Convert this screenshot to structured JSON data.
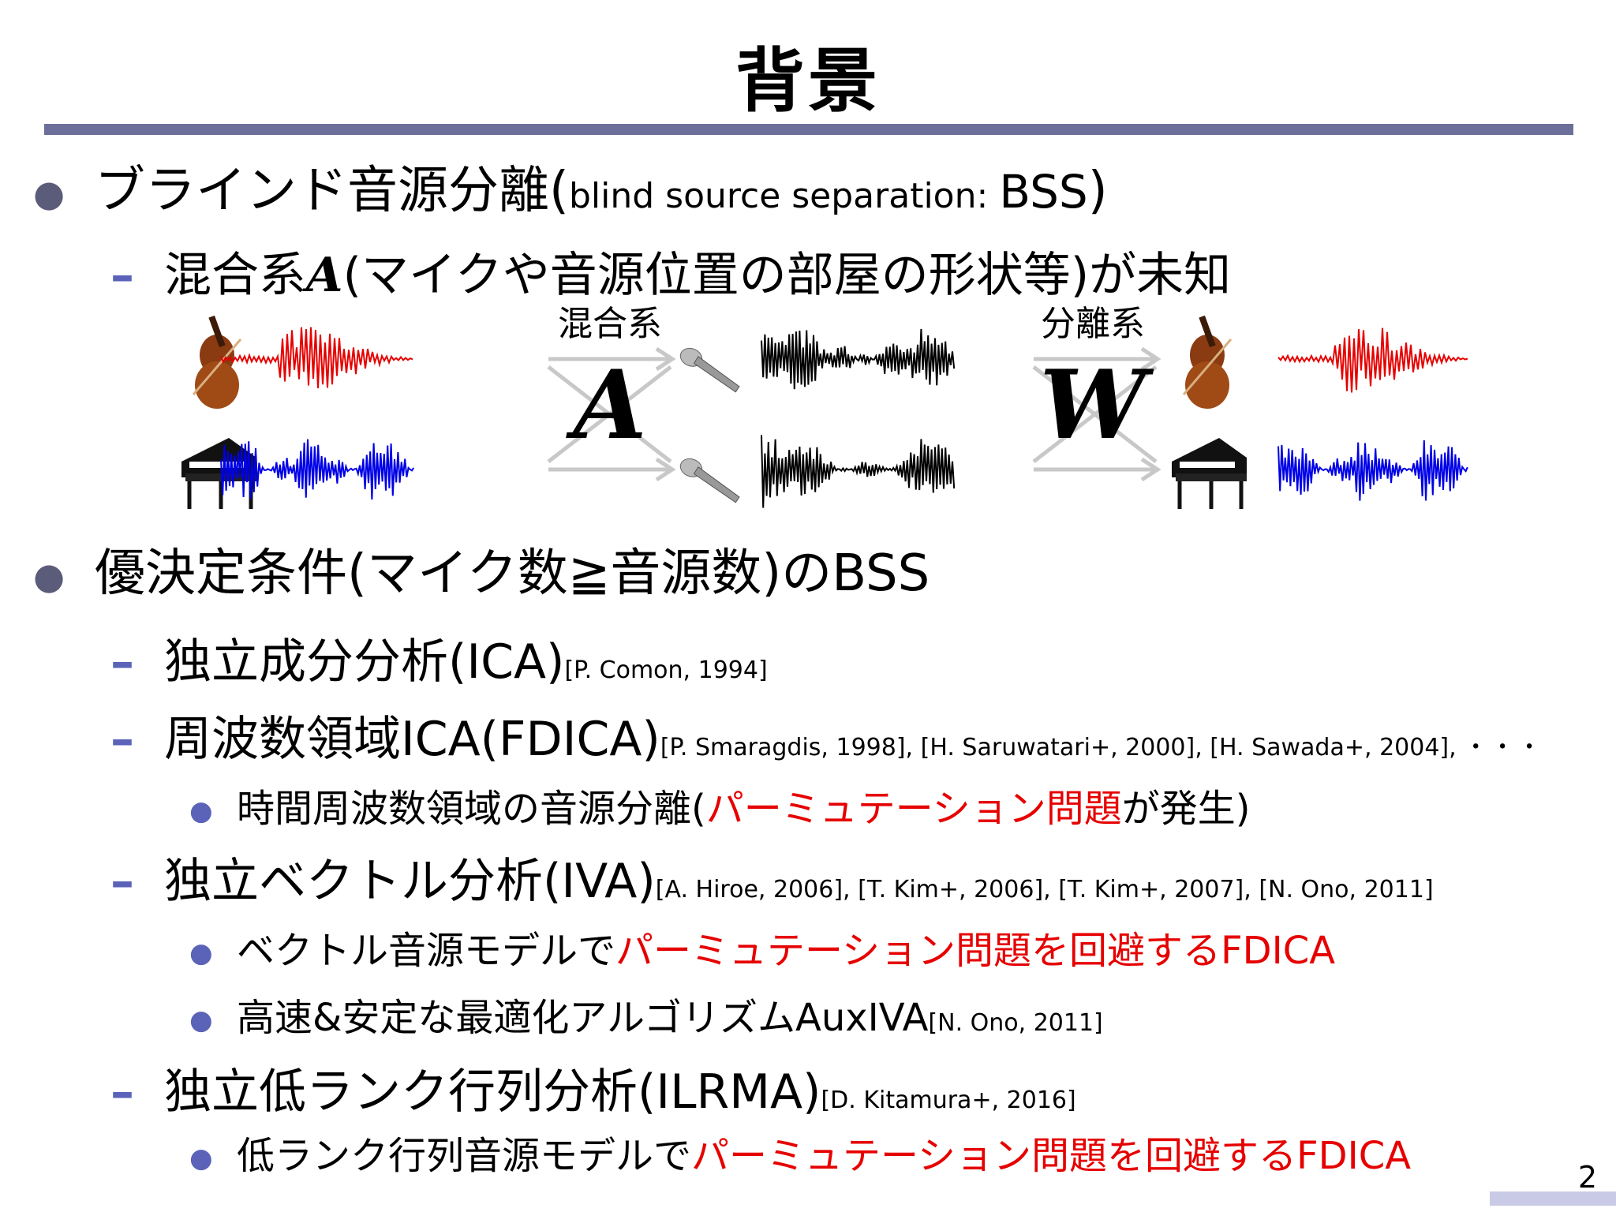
{
  "slide": {
    "title": "背景",
    "page_number": "2"
  },
  "bullets": {
    "b1": {
      "main": "ブラインド音源分離",
      "paren_open": "(",
      "english": "blind source separation: ",
      "bss": "BSS",
      "paren_close": ")"
    },
    "b1_sub": {
      "pre": "混合系",
      "symbol": "A",
      "post": "(マイクや音源位置の部屋の形状等)が未知"
    },
    "b2": {
      "text": "優決定条件(マイク数≧音源数)のBSS"
    },
    "ica": {
      "text": "独立成分分析(ICA)",
      "cite": "[P. Comon, 1994]"
    },
    "fdica": {
      "text": "周波数領域ICA(FDICA)",
      "cite": "[P. Smaragdis, 1998], [H. Saruwatari+, 2000], [H. Sawada+, 2004], ",
      "ellipsis": "・・・"
    },
    "fdica_sub": {
      "pre": "時間周波数領域の音源分離(",
      "red": "パーミュテーション問題",
      "post": "が発生)"
    },
    "iva": {
      "text": "独立ベクトル分析(IVA)",
      "cite": "[A. Hiroe, 2006], [T. Kim+, 2006], [T. Kim+, 2007], [N. Ono, 2011]"
    },
    "iva_sub1": {
      "pre": "ベクトル音源モデルで",
      "red": "パーミュテーション問題を回避するFDICA"
    },
    "iva_sub2": {
      "text": "高速&安定な最適化アルゴリズムAuxIVA",
      "cite": "[N. Ono, 2011]"
    },
    "ilrma": {
      "text": "独立低ランク行列分析(ILRMA)",
      "cite": "[D. Kitamura+, 2016]"
    },
    "ilrma_sub": {
      "pre": "低ランク行列音源モデルで",
      "red": "パーミュテーション問題を回避するFDICA"
    }
  },
  "diagram": {
    "mixing_label": "混合系",
    "mixing_symbol": "A",
    "separation_label": "分離系",
    "separation_symbol": "W",
    "icons": [
      "violin-icon",
      "piano-icon",
      "microphone-icon",
      "microphone-icon",
      "violin-icon",
      "piano-icon"
    ],
    "colors": {
      "source1": "#e60000",
      "source2": "#0000e6",
      "mixed": "#000000",
      "arrow": "#c8c8c8"
    }
  },
  "colors": {
    "title_rule": "#6b6f9a",
    "bullet_accent": "#5b63b8",
    "highlight": "#e60000"
  }
}
